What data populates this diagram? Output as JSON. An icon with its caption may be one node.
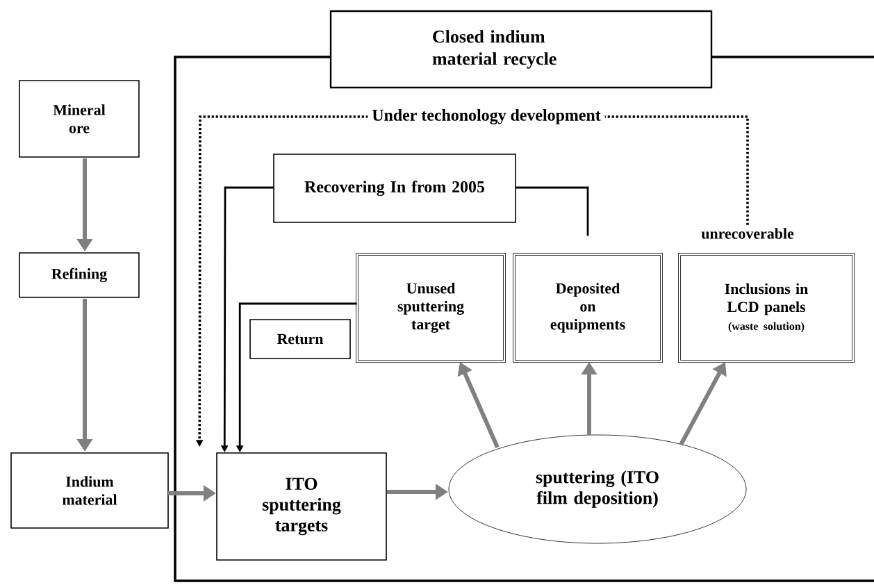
{
  "diagram": {
    "nodes": [
      {
        "text": [
          "Closed indium material recycle"
        ]
      },
      {
        "text": [
          "Mineral ore"
        ]
      },
      {
        "text": [
          "Refining"
        ]
      },
      {
        "text": [
          "Indium material"
        ]
      },
      {
        "text": [
          "ITO sputtering targets"
        ],
        "in": 0
      },
      {
        "text": [
          "Unused sputtering target"
        ],
        "in": 0
      },
      {
        "text": [
          "Deposited on equipments"
        ],
        "in": 0
      },
      {
        "text": [
          "Inclusions in LCD panels",
          "(waste solution)"
        ],
        "in": 0
      },
      {
        "text": [
          "unrecoverable"
        ],
        "in": 0
      },
      {
        "text": [
          "sputtering (ITO film deposition)"
        ],
        "in": 0
      }
    ],
    "edges": [
      {
        "from": 1,
        "to": 2,
        "arrow": "to"
      },
      {
        "from": 2,
        "to": 3,
        "arrow": "to"
      },
      {
        "from": 3,
        "to": 4,
        "arrow": "to"
      },
      {
        "from": 4,
        "to": 9,
        "arrow": "to"
      },
      {
        "from": 9,
        "to": 5,
        "arrow": "to"
      },
      {
        "from": 9,
        "to": 6,
        "arrow": "to"
      },
      {
        "from": 9,
        "to": 7,
        "arrow": "to"
      },
      {
        "from": 5,
        "to": 4,
        "arrow": "to",
        "label": "Return",
        "color": "#000000"
      },
      {
        "from": 6,
        "to": 4,
        "arrow": "to",
        "label": "Recovering In from 2005",
        "color": "#000000"
      },
      {
        "from": 8,
        "to": 4,
        "arrow": "to",
        "label": "Under techonology development",
        "style": "dashed",
        "color": "#000000"
      }
    ]
  }
}
